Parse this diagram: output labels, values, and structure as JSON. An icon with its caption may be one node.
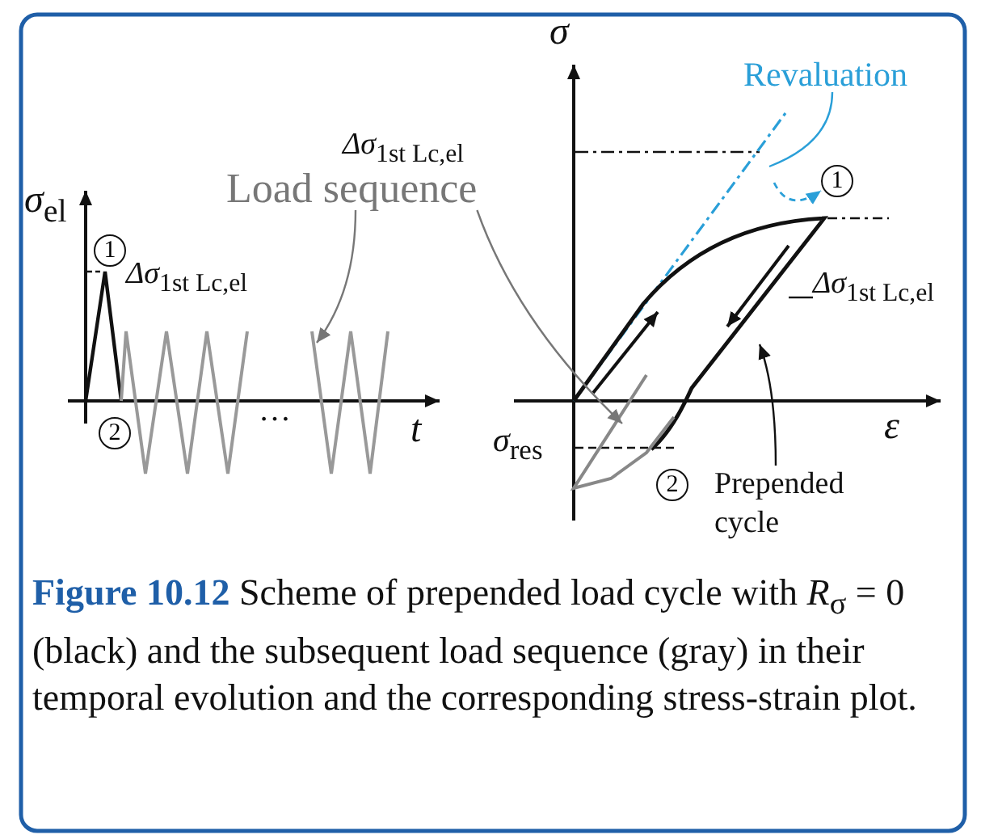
{
  "diagram": {
    "caption": "**Figure 10.12** Scheme of prepended load cycle with *R*$_{σ}$ = 0 (black) and the subsequent load sequence (gray) in their temporal evolution and the corresponding stress-strain plot.",
    "nodes": [
      {
        "text": [
          "Load sequence"
        ]
      },
      {
        "text": [
          "Revaluation"
        ]
      },
      {
        "text": [
          "Prepended cycle"
        ]
      },
      {
        "text": [
          "Δσ$_{1st Lc,el}$"
        ]
      },
      {
        "text": [
          "1"
        ]
      },
      {
        "text": [
          "2"
        ]
      },
      {
        "text": [
          "1"
        ]
      },
      {
        "text": [
          "2"
        ]
      }
    ],
    "edges": [
      {
        "from": 0,
        "to": null,
        "arrow": "to",
        "color": "#777777"
      },
      {
        "from": 0,
        "to": null,
        "arrow": "to",
        "color": "#777777"
      },
      {
        "from": 1,
        "to": null,
        "arrow": "none",
        "color": "#2a9fd8"
      },
      {
        "from": 2,
        "to": null,
        "arrow": "to",
        "color": "#111111"
      },
      {
        "from": 3,
        "to": null,
        "arrow": "none",
        "color": "#111111"
      },
      {
        "from": null,
        "to": 6,
        "arrow": "to",
        "color": "#2a9fd8",
        "style": "dashed"
      }
    ],
    "labels": [
      "σ$_{el}$",
      "Δσ$_{1st Lc,el}$",
      "…",
      "t",
      "σ",
      "Δσ$_{1st Lc,el}$",
      "ε",
      "σ$_{res}$"
    ]
  }
}
